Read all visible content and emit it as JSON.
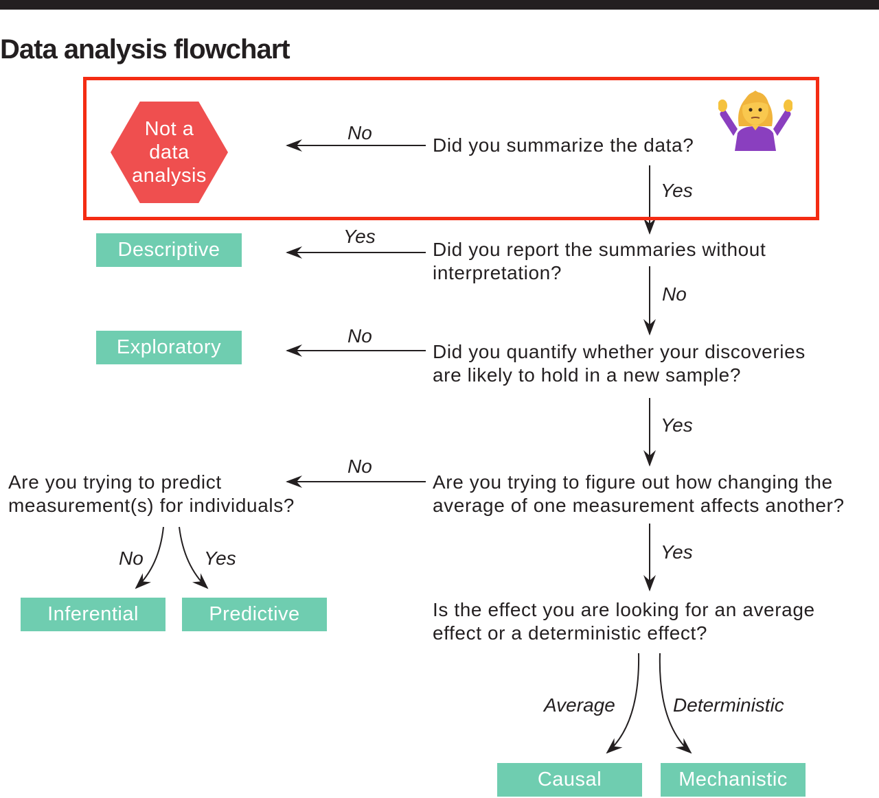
{
  "title": "Data analysis flowchart",
  "colors": {
    "outcome_fill": "#6fcdb0",
    "hexagon_fill": "#ef4f4f",
    "highlight_border": "#f42c13",
    "ink": "#231f20"
  },
  "emoji": "person-shrugging-icon",
  "hexagon": {
    "text": "Not a data analysis"
  },
  "questions": {
    "q1": "Did you summarize the data?",
    "q2_line1": "Did you report the summaries without",
    "q2_line2": "interpretation?",
    "q3_line1": "Did you quantify whether your discoveries",
    "q3_line2": "are likely to hold in a new sample?",
    "q4_line1": "Are you trying to figure out how changing the",
    "q4_line2": "average of one measurement affects another?",
    "q5_line1": "Are you trying to predict",
    "q5_line2": "measurement(s) for individuals?",
    "q6_line1": "Is the effect you are looking for an average",
    "q6_line2": "effect or a deterministic effect?"
  },
  "branches": {
    "q1_no": "No",
    "q1_yes": "Yes",
    "q2_yes": "Yes",
    "q2_no": "No",
    "q3_no": "No",
    "q3_yes": "Yes",
    "q4_no": "No",
    "q4_yes": "Yes",
    "q5_no": "No",
    "q5_yes": "Yes",
    "q6_average": "Average",
    "q6_deterministic": "Deterministic"
  },
  "outcomes": {
    "descriptive": "Descriptive",
    "exploratory": "Exploratory",
    "inferential": "Inferential",
    "predictive": "Predictive",
    "causal": "Causal",
    "mechanistic": "Mechanistic"
  }
}
